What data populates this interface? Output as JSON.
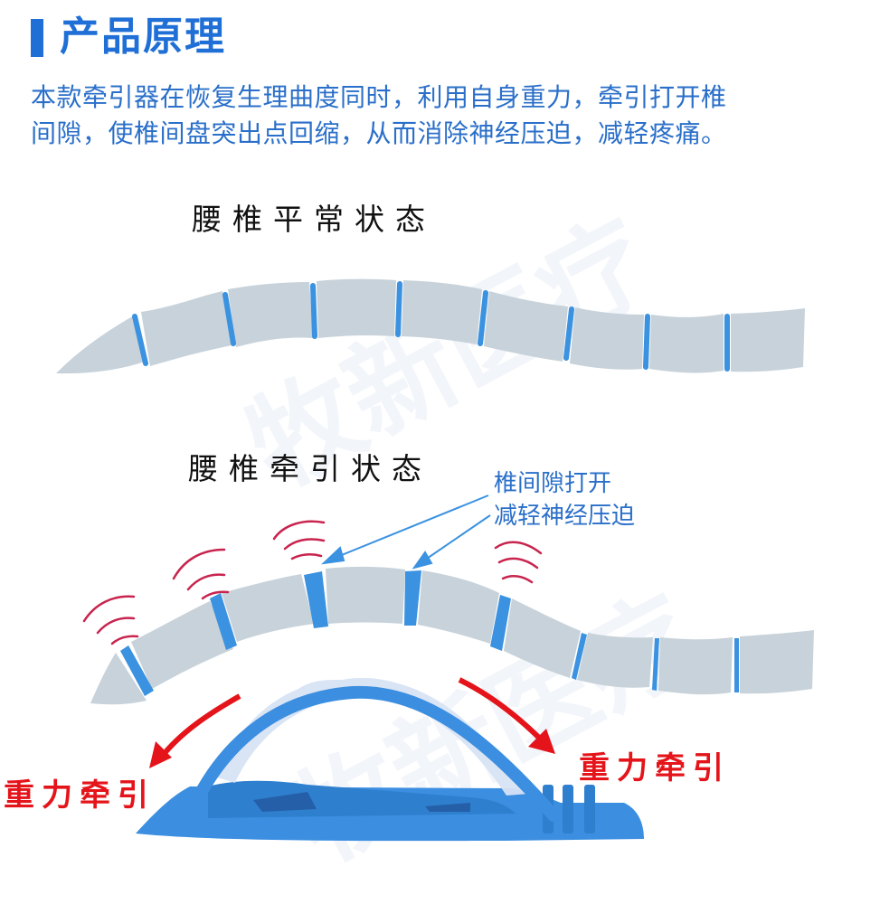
{
  "header": {
    "title": "产品原理",
    "accent_color": "#1f6fd6"
  },
  "description": {
    "lines": [
      "本款牵引器在恢复生理曲度同时，利用自身重力，牵引打开椎",
      "间隙，使椎间盘突出点回缩，从而消除神经压迫，减轻疼痛。"
    ],
    "color": "#2a6fc9"
  },
  "diagram": {
    "normal_state": {
      "label": "腰椎平常状态",
      "vertebra_count": 9,
      "disc_count": 8
    },
    "traction_state": {
      "label": "腰椎牵引状态",
      "vertebra_count": 9,
      "disc_count": 8,
      "callout": {
        "lines": [
          "椎间隙打开",
          "减轻神经压迫"
        ],
        "color": "#2a6fc9"
      },
      "vibration_marks": 5
    },
    "gravity_labels": {
      "left": "重力牵引",
      "right": "重力牵引",
      "color": "#e4141a"
    },
    "device": {
      "name": "lumbar-stretcher",
      "color": "#3b8ee0"
    },
    "watermark": "牧新医疗",
    "colors": {
      "vertebra": "#c7d2da",
      "disc": "#3a92e0"
    }
  }
}
